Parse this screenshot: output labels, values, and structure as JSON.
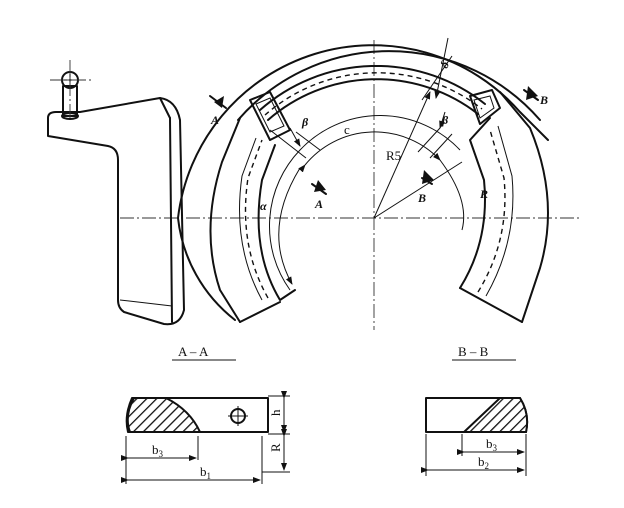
{
  "main_view": {
    "labels": {
      "A_top": "A",
      "A_bottom": "A",
      "B_top": "B",
      "B_bottom": "B",
      "beta_left": "β",
      "beta_right": "β",
      "c": "c",
      "r5": "R5",
      "delta": "δ",
      "alpha": "α",
      "r": "R"
    }
  },
  "section_A": {
    "title": "A – A",
    "dims": {
      "h": "h",
      "R": "R",
      "b3": "b",
      "b3_sub": "3",
      "b1": "b",
      "b1_sub": "1"
    }
  },
  "section_B": {
    "title": "B – B",
    "dims": {
      "b3": "b",
      "b3_sub": "3",
      "b2": "b",
      "b2_sub": "2"
    }
  }
}
